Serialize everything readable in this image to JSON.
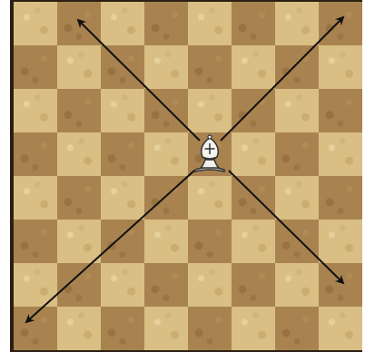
{
  "board": {
    "files": 8,
    "ranks": 8,
    "colors": {
      "light": "#d9bf84",
      "dark": "#a9834f",
      "frame": "#2a1f12"
    }
  },
  "piece": {
    "type": "bishop",
    "color": "white",
    "icon": "bishop-icon",
    "square": "e5"
  },
  "moves": [
    {
      "direction": "up-left",
      "to": "b8"
    },
    {
      "direction": "up-right",
      "to": "h8"
    },
    {
      "direction": "down-left",
      "to": "a1"
    },
    {
      "direction": "down-right",
      "to": "h2"
    }
  ]
}
